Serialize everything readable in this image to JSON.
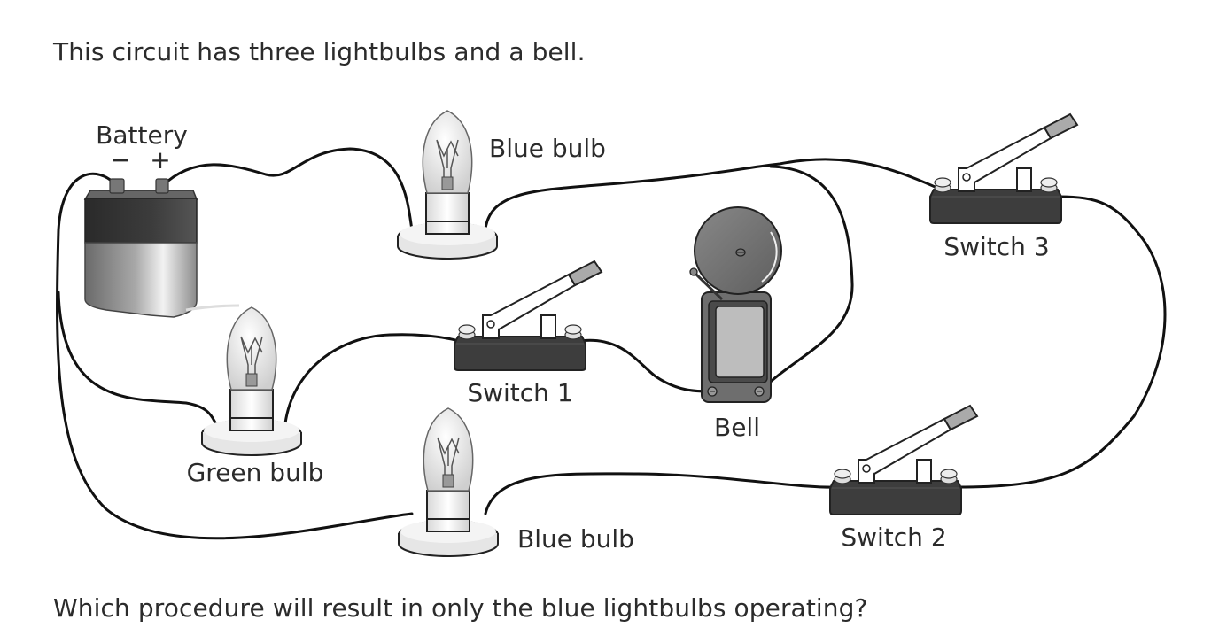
{
  "intro_text": "This circuit has three lightbulbs and a bell.",
  "question_text": "Which procedure will result in only the blue lightbulbs operating?",
  "components": {
    "battery": {
      "label": "Battery",
      "negative": "−",
      "positive": "+"
    },
    "blue_bulb_top": {
      "label": "Blue bulb"
    },
    "blue_bulb_bottom": {
      "label": "Blue bulb"
    },
    "green_bulb": {
      "label": "Green bulb"
    },
    "switch_1": {
      "label": "Switch 1",
      "state": "open"
    },
    "switch_2": {
      "label": "Switch 2",
      "state": "open"
    },
    "switch_3": {
      "label": "Switch 3",
      "state": "open"
    },
    "bell": {
      "label": "Bell"
    }
  }
}
